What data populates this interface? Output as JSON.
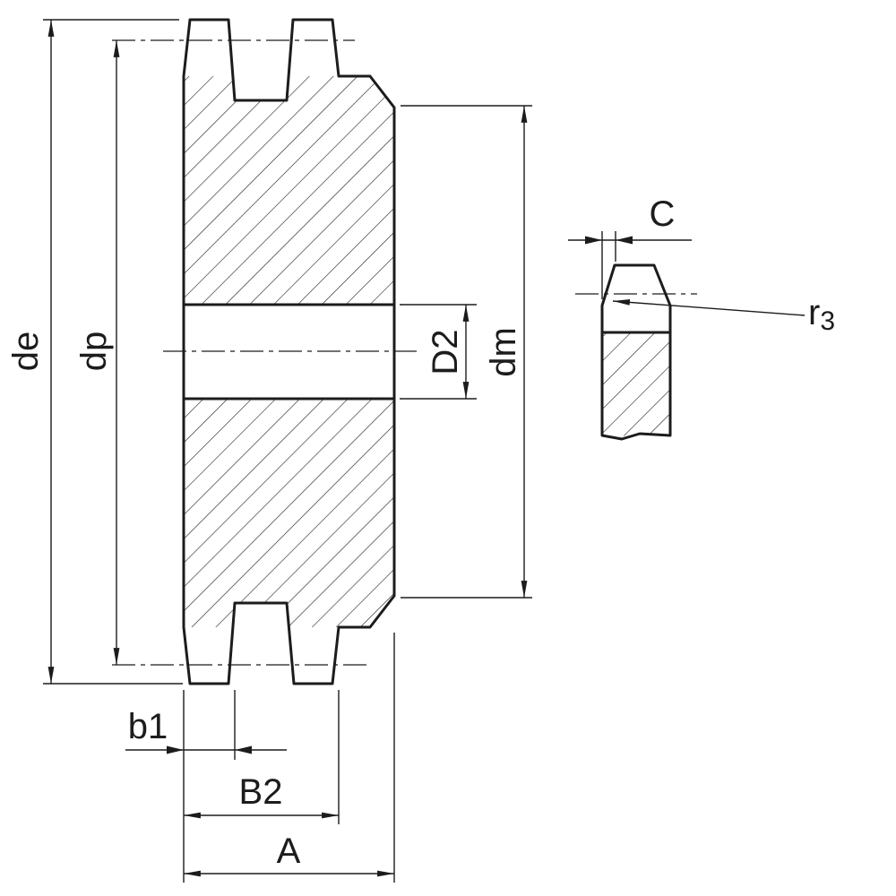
{
  "drawing": {
    "labels": {
      "outside_diameter": "de",
      "pitch_diameter": "dp",
      "bore_diameter": "D2",
      "hub_diameter": "dm",
      "tooth_width": "b1",
      "double_width": "B2",
      "overall_width": "A",
      "chamfer_width": "C",
      "radius_letter": "r",
      "radius_sub": "3"
    },
    "colors": {
      "line": "#1c1c1c",
      "background": "#ffffff"
    }
  }
}
